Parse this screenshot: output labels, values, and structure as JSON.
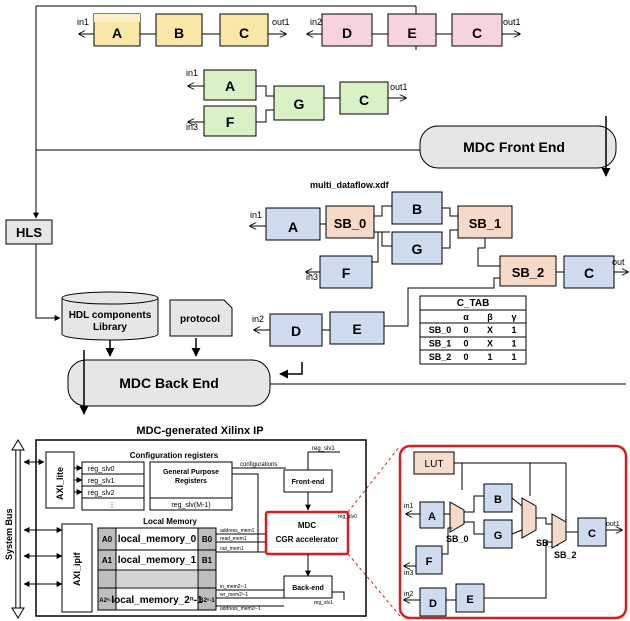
{
  "colors": {
    "yellow_actor": "#f9e7a8",
    "pink_actor": "#f7d3de",
    "green_actor": "#d9f2c5",
    "blue_actor": "#cfdbef",
    "orange_sb": "#f6d9c6",
    "gray_box": "#e6e6e6",
    "highlight_red": "#d62020",
    "lut_fill": "#f6dccb"
  },
  "top": {
    "df1": {
      "in": "in1",
      "out": "out1",
      "actors": [
        "A",
        "B",
        "C"
      ]
    },
    "df2": {
      "in": "in2",
      "out": "out1",
      "actors": [
        "D",
        "E",
        "C"
      ]
    },
    "df3": {
      "in1": "in1",
      "in3": "in3",
      "out": "out1",
      "actors": [
        "A",
        "F",
        "G",
        "C"
      ]
    },
    "front_end": "MDC Front End",
    "xdf_file": "multi_dataflow.xdf"
  },
  "left": {
    "hls": "HLS",
    "hdl_lib_line1": "HDL components",
    "hdl_lib_line2": "Library",
    "protocol": "protocol",
    "back_end": "MDC Back End"
  },
  "merged": {
    "in1": "in1",
    "in2": "in2",
    "in3": "in3",
    "out": "out",
    "actors": {
      "a": "A",
      "f": "F",
      "d": "D",
      "e": "E",
      "b": "B",
      "g": "G",
      "c": "C"
    },
    "sb": [
      "SB_0",
      "SB_1",
      "SB_2"
    ]
  },
  "ctab": {
    "title": "C_TAB",
    "headers": [
      "",
      "α",
      "β",
      "γ"
    ],
    "rows": [
      [
        "SB_0",
        "0",
        "X",
        "1"
      ],
      [
        "SB_1",
        "0",
        "X",
        "1"
      ],
      [
        "SB_2",
        "0",
        "1",
        "1"
      ]
    ]
  },
  "ip": {
    "title": "MDC-generated Xilinx IP",
    "system_bus": "System Bus",
    "axi_lite": "AXI_lite",
    "axi_ipif": "AXI_ipif",
    "config_title": "Configuration registers",
    "regs": [
      "reg_slv0",
      "reg_slv1",
      "reg_slv2",
      "⋮"
    ],
    "gp_line1": "General Purpose",
    "gp_line2": "Registers",
    "gp_reg": "reg_slv(M-1)",
    "configurations": "configurations",
    "reg_slv1": "reg_slv1",
    "reg_slv0": "reg_slv0",
    "local_memory_title": "Local Memory",
    "mem_rows": [
      {
        "a": "A0",
        "name": "local_memory_0",
        "b": "B0"
      },
      {
        "a": "A1",
        "name": "local_memory_1",
        "b": "B1"
      },
      {
        "a": "A2ⁿ-1",
        "name": "local_memory_2ⁿ-1",
        "b": "B2ⁿ-1"
      }
    ],
    "front_end": "Front-end",
    "back_end": "Back-end",
    "mdc_line1": "MDC",
    "mdc_line2": "CGR accelerator",
    "address_mem1": "address_mem1",
    "read_mem1": "read_mem1",
    "out_mem1": "out_mem1",
    "in_mem": "in_mem2ⁿ-1",
    "wr_mem": "wr_mem2ⁿ-1",
    "address_mem_last": "address_mem2ⁿ-1",
    "reg_slv1_bottom": "reg_slv1"
  },
  "zoom": {
    "lut": "LUT",
    "in1": "in1",
    "in2": "in2",
    "in3": "in3",
    "out1": "out1",
    "actors": {
      "a": "A",
      "b": "B",
      "g": "G",
      "c": "C",
      "f": "F",
      "d": "D",
      "e": "E"
    },
    "sb": [
      "SB_0",
      "SB_1",
      "SB_2"
    ]
  }
}
